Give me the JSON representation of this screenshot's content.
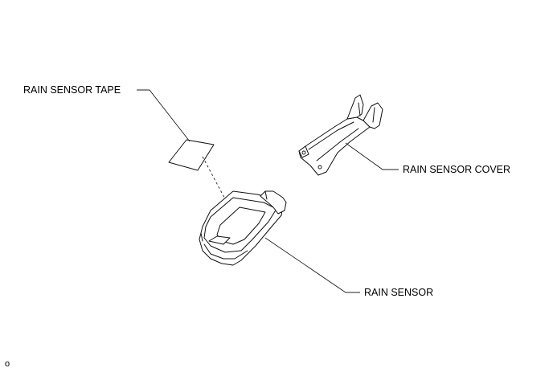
{
  "labels": {
    "tape": "RAIN SENSOR TAPE",
    "cover": "RAIN SENSOR COVER",
    "sensor": "RAIN SENSOR"
  },
  "illustration_code": "o"
}
